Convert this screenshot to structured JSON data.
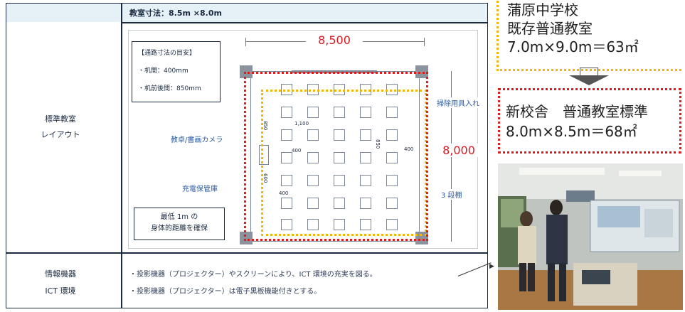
{
  "table": {
    "dimension_header": "教室寸法：8.5m ×8.0m",
    "row1_label_line1": "標準教室",
    "row1_label_line2": "レイアウト",
    "row2_label_line1": "情報機器",
    "row2_label_line2": "ICT 環境",
    "ict_bullet1": "・投影機器（プロジェクター）やスクリーンにより、ICT 環境の充実を図る。",
    "ict_bullet2": "・投影機器（プロジェクター）は電子黒板機能付きとする。"
  },
  "layout": {
    "width_value": "8,500",
    "height_value": "8,000",
    "aisle_box_title": "【通路寸法の目安】",
    "aisle_item1": "・机間：400mm",
    "aisle_item2": "・机前後間：850mm",
    "label_teacher_desk": "教卓/書画カメラ",
    "label_charging": "充電保管庫",
    "label_cleaning": "掃除用具入れ",
    "label_shelf": "3 段棚",
    "space_note_line1": "最低 1m の",
    "space_note_line2": "身体的距離を確保",
    "dim_1100": "1,100",
    "dim_850a": "850",
    "dim_850b": "850",
    "dim_600": "600",
    "dim_400a": "400",
    "dim_400b": "400",
    "dim_400c": "400"
  },
  "existing": {
    "line1": "蒲原中学校",
    "line2": "既存普通教室",
    "line3": "7.0m×9.0m＝63㎡"
  },
  "new": {
    "line1": "新校舎　普通教室標準",
    "line2": "8.0m×8.5m＝68㎡"
  },
  "colors": {
    "red": "#e01b1b",
    "yellow": "#f2b705",
    "navy": "#1a2a40"
  }
}
